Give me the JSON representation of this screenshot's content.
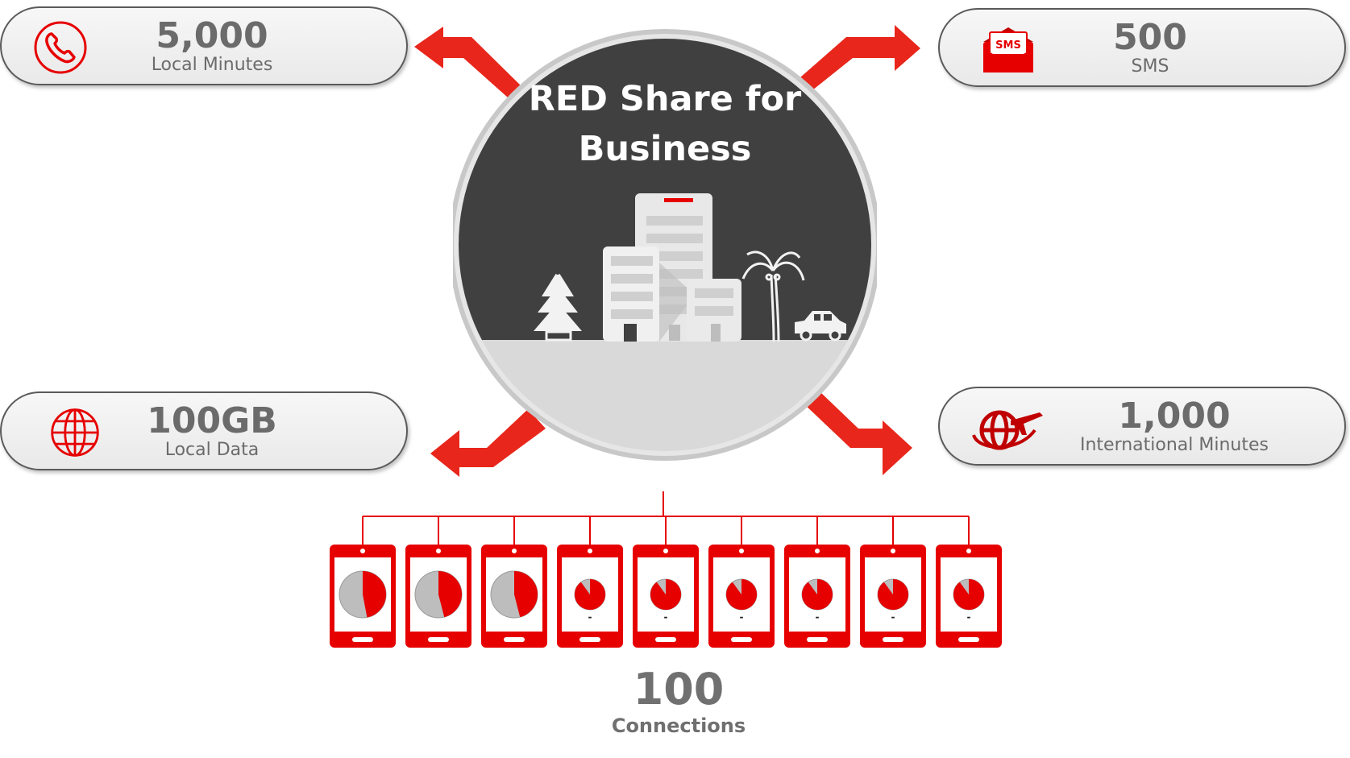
{
  "title_line1": "RED Share for",
  "title_line2": "Business",
  "allowances": {
    "local_minutes": {
      "value": "5,000",
      "label": "Local Minutes",
      "icon": "phone-icon"
    },
    "sms": {
      "value": "500",
      "label": "SMS",
      "icon": "sms-envelope-icon",
      "icon_text": "SMS"
    },
    "local_data": {
      "value": "100GB",
      "label": "Local Data",
      "icon": "globe-icon"
    },
    "international_minutes": {
      "value": "1,000",
      "label": "International Minutes",
      "icon": "globe-plane-icon"
    }
  },
  "connections": {
    "count": "100",
    "label": "Connections"
  },
  "phones": [
    {
      "usage": 0.47,
      "small": false,
      "label": ""
    },
    {
      "usage": 0.46,
      "small": false,
      "label": ""
    },
    {
      "usage": 0.46,
      "small": false,
      "label": ""
    },
    {
      "usage": 0.9,
      "small": true,
      "label": "-"
    },
    {
      "usage": 0.9,
      "small": true,
      "label": "-"
    },
    {
      "usage": 0.9,
      "small": true,
      "label": "-"
    },
    {
      "usage": 0.9,
      "small": true,
      "label": "-"
    },
    {
      "usage": 0.9,
      "small": true,
      "label": "-"
    },
    {
      "usage": 0.9,
      "small": true,
      "label": "-"
    }
  ],
  "colors": {
    "brand_red": "#e60000",
    "circle_dark": "#404040",
    "ground_grey": "#d9d9d9",
    "text_grey": "#6b6b6b"
  }
}
